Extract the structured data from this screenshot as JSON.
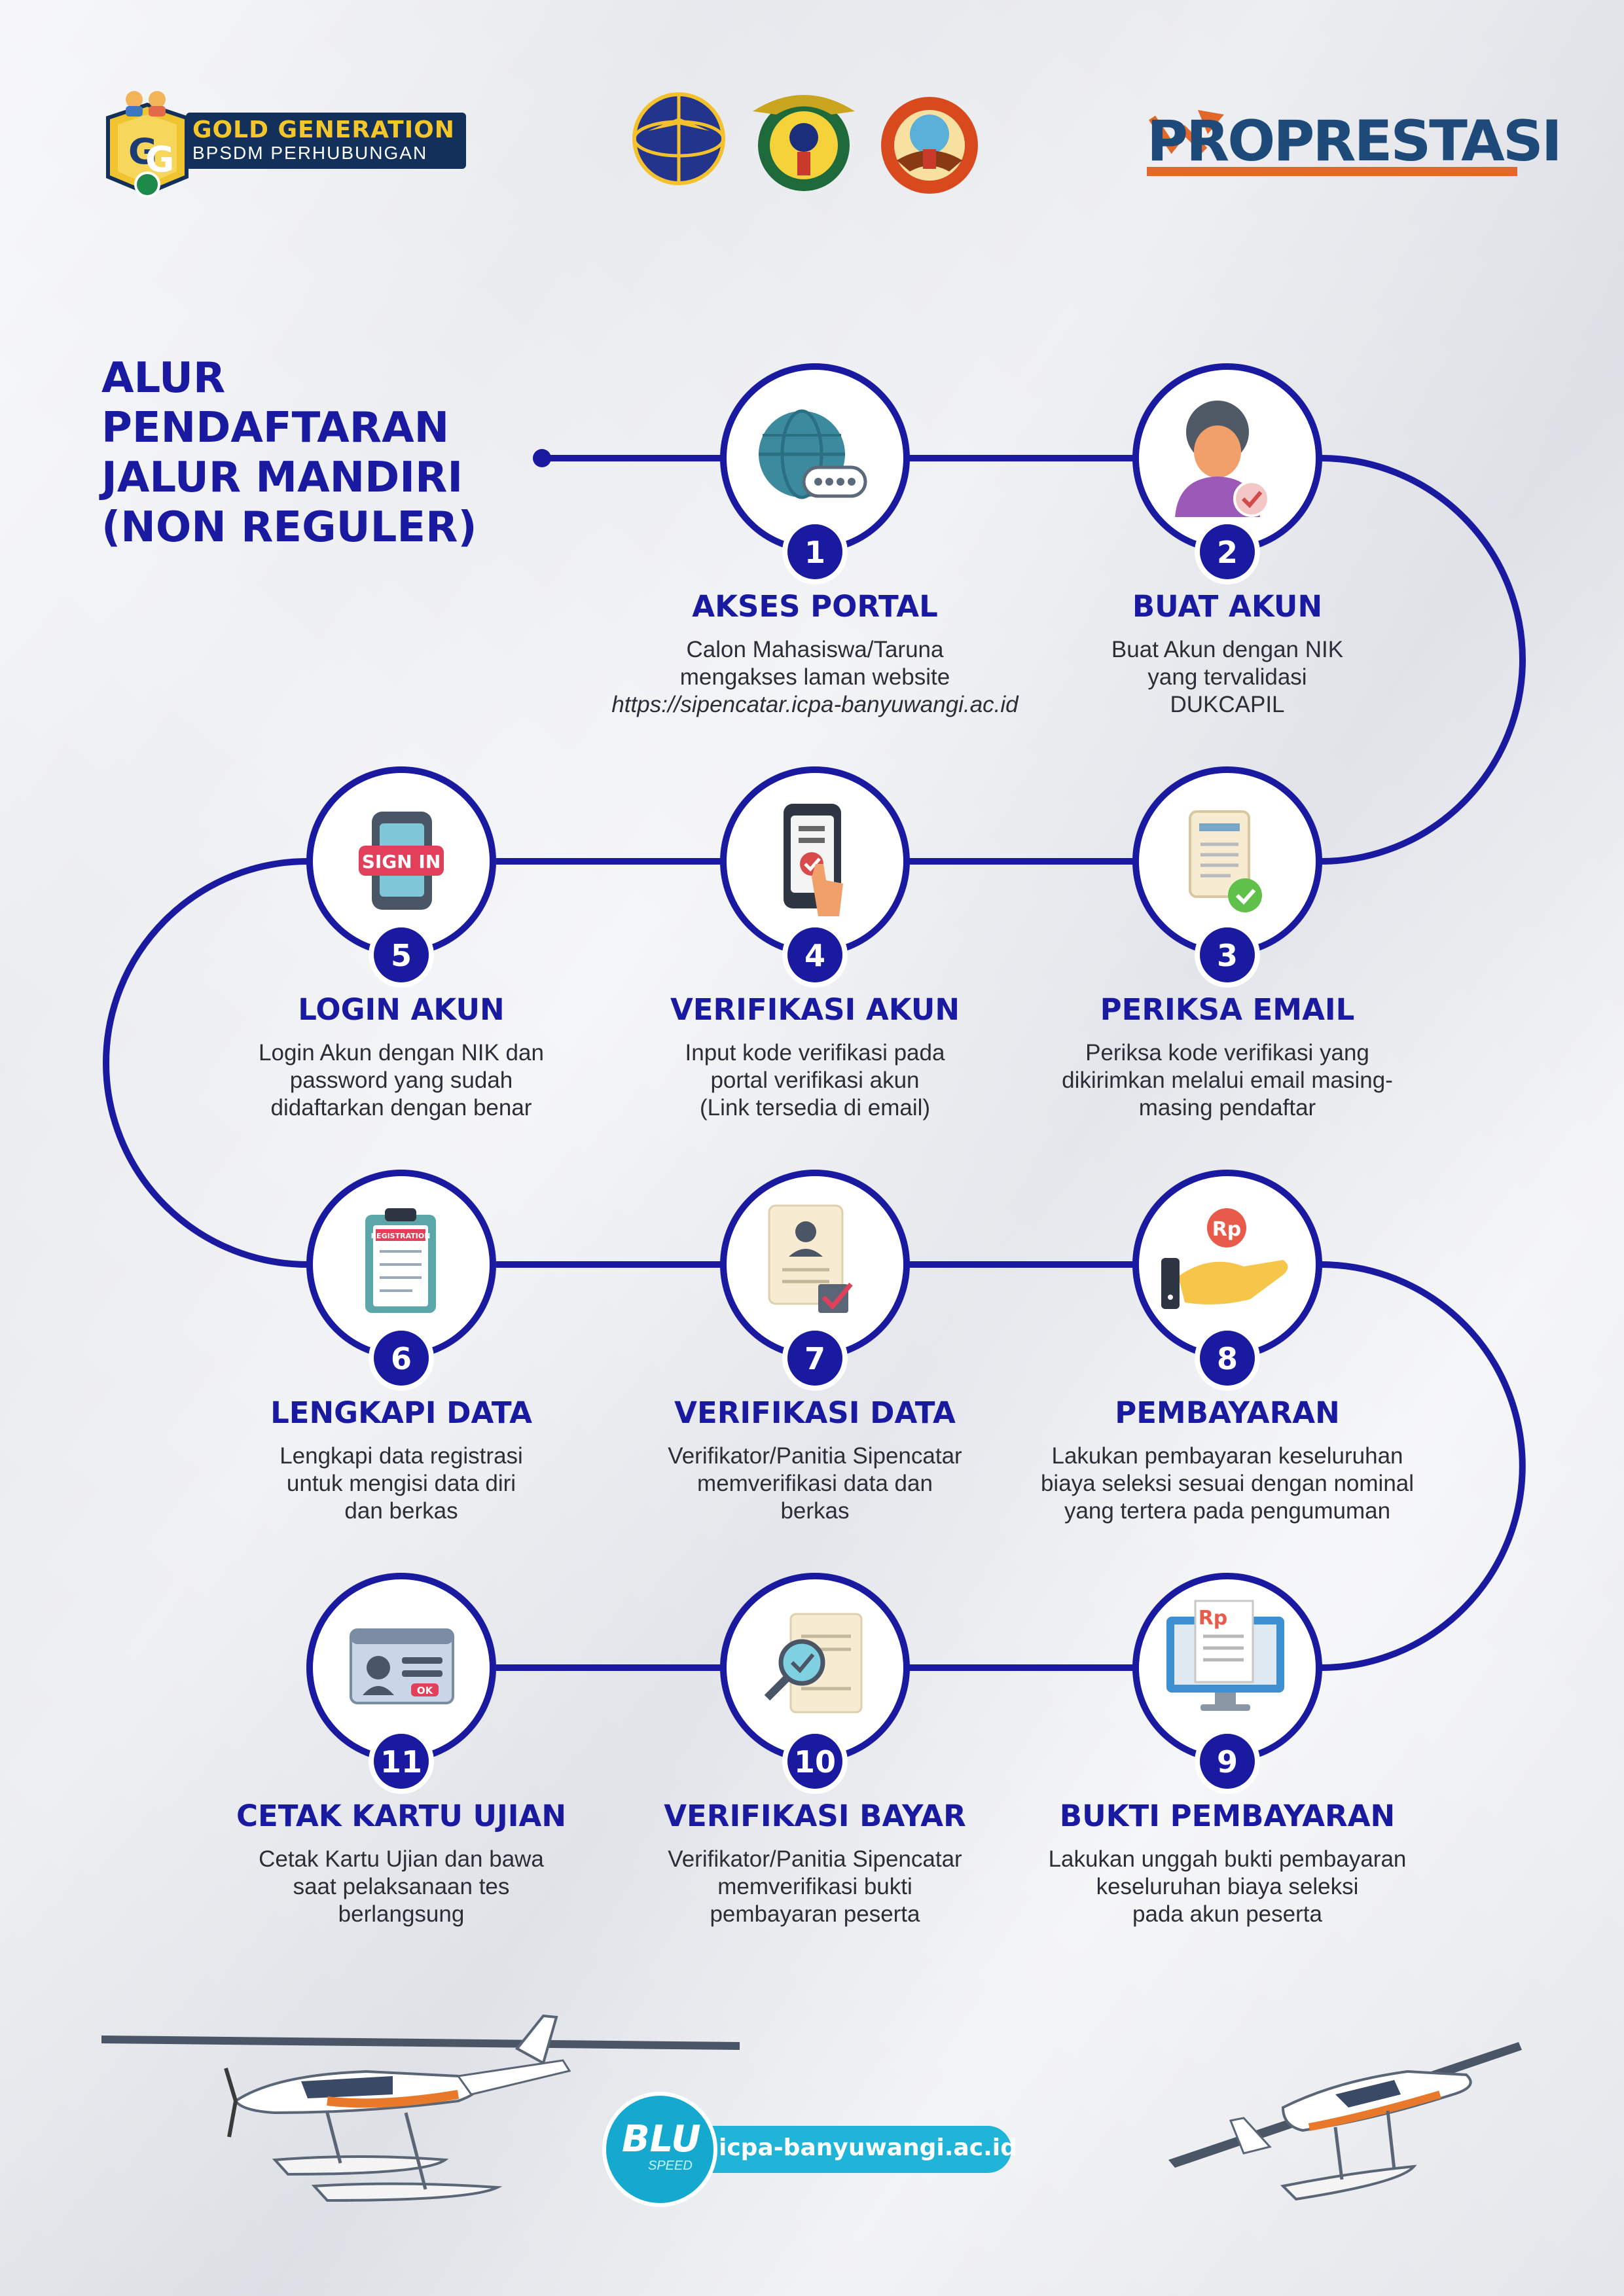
{
  "header": {
    "logo_left_line1": "GOLD GENERATION",
    "logo_left_line2": "BPSDM PERHUBUNGAN",
    "logo_right_text": "PROPRESTASI"
  },
  "title_lines": [
    "ALUR",
    "PENDAFTARAN",
    "JALUR MANDIRI",
    "(NON REGULER)"
  ],
  "steps": [
    {
      "number": "1",
      "title": "AKSES PORTAL",
      "icon": "globe-icon",
      "desc": [
        "Calon Mahasiswa/Taruna",
        "mengakses laman website",
        "https://sipencatar.icpa-banyuwangi.ac.id"
      ]
    },
    {
      "number": "2",
      "title": "BUAT AKUN",
      "icon": "user-check-icon",
      "desc": [
        "Buat Akun dengan NIK",
        "yang tervalidasi",
        "DUKCAPIL"
      ]
    },
    {
      "number": "3",
      "title": "PERIKSA EMAIL",
      "icon": "document-check-icon",
      "desc": [
        "Periksa kode verifikasi yang",
        "dikirimkan melalui email masing-",
        "masing pendaftar"
      ]
    },
    {
      "number": "4",
      "title": "VERIFIKASI AKUN",
      "icon": "phone-verify-icon",
      "desc": [
        "Input kode verifikasi pada",
        "portal verifikasi akun",
        "(Link tersedia di email)"
      ]
    },
    {
      "number": "5",
      "title": "LOGIN AKUN",
      "icon": "sign-in-phone-icon",
      "icon_text": "SIGN IN",
      "desc": [
        "Login Akun dengan NIK dan",
        "password yang sudah",
        "didaftarkan dengan benar"
      ]
    },
    {
      "number": "6",
      "title": "LENGKAPI DATA",
      "icon": "registration-clipboard-icon",
      "icon_text": "REGISTRATION",
      "desc": [
        "Lengkapi data registrasi",
        "untuk mengisi data diri",
        "dan berkas"
      ]
    },
    {
      "number": "7",
      "title": "VERIFIKASI DATA",
      "icon": "profile-document-icon",
      "desc": [
        "Verifikator/Panitia Sipencatar",
        "memverifikasi data dan",
        "berkas"
      ]
    },
    {
      "number": "8",
      "title": "PEMBAYARAN",
      "icon": "hand-payment-icon",
      "icon_text": "Rp",
      "desc": [
        "Lakukan pembayaran keseluruhan",
        "biaya seleksi sesuai dengan nominal",
        "yang tertera pada pengumuman"
      ]
    },
    {
      "number": "9",
      "title": "BUKTI PEMBAYARAN",
      "icon": "monitor-receipt-icon",
      "icon_text": "Rp",
      "desc": [
        "Lakukan unggah bukti pembayaran",
        "keseluruhan biaya seleksi",
        "pada akun peserta"
      ]
    },
    {
      "number": "10",
      "title": "VERIFIKASI BAYAR",
      "icon": "magnifier-document-icon",
      "desc": [
        "Verifikator/Panitia Sipencatar",
        "memverifikasi bukti",
        "pembayaran peserta"
      ]
    },
    {
      "number": "11",
      "title": "CETAK KARTU UJIAN",
      "icon": "id-card-icon",
      "icon_text": "OK",
      "desc": [
        "Cetak Kartu Ujian dan bawa",
        "saat pelaksanaan tes",
        "berlangsung"
      ]
    }
  ],
  "footer": {
    "badge_text": "BLU",
    "badge_sub": "SPEED",
    "website": "icpa-banyuwangi.ac.id"
  },
  "colors": {
    "primary": "#1a1aa0",
    "background": "#e9ebef",
    "footer_pill": "#1fb4d8"
  }
}
